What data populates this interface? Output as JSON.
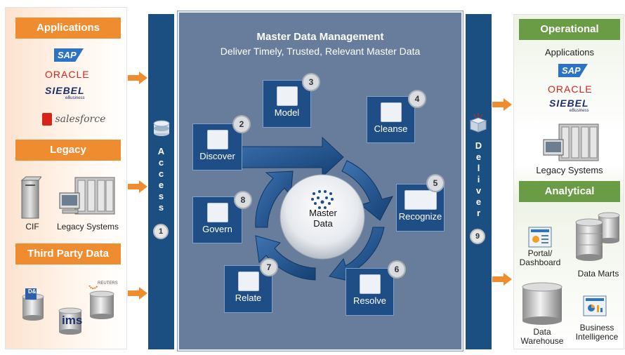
{
  "left": {
    "applications_header": "Applications",
    "app_logos": [
      "SAP",
      "ORACLE",
      "SIEBEL",
      "eBusiness",
      "salesforce"
    ],
    "legacy_header": "Legacy",
    "cif_label": "CIF",
    "legacy_systems_label": "Legacy Systems",
    "third_party_header": "Third Party Data",
    "third_party_logos": [
      "D&B",
      "ims",
      "REUTERS"
    ]
  },
  "access": {
    "letters": [
      "A",
      "c",
      "c",
      "e",
      "s",
      "s"
    ],
    "number": "1"
  },
  "mdm": {
    "title": "Master Data Management",
    "subtitle": "Deliver Timely, Trusted, Relevant Master Data",
    "center_line1": "Master",
    "center_line2": "Data",
    "steps": [
      {
        "number": "2",
        "label": "Discover",
        "icon": "magnifier-database-icon"
      },
      {
        "number": "3",
        "label": "Model",
        "icon": "model-diagram-icon"
      },
      {
        "number": "4",
        "label": "Cleanse",
        "icon": "filter-funnel-icon"
      },
      {
        "number": "5",
        "label": "Recognize",
        "icon": "id-cards-icon"
      },
      {
        "number": "6",
        "label": "Resolve",
        "icon": "checklist-icon"
      },
      {
        "number": "7",
        "label": "Relate",
        "icon": "people-network-icon"
      },
      {
        "number": "8",
        "label": "Govern",
        "icon": "government-building-icon"
      }
    ]
  },
  "deliver": {
    "letters": [
      "D",
      "e",
      "l",
      "i",
      "v",
      "e",
      "r"
    ],
    "number": "9"
  },
  "right": {
    "operational_header": "Operational",
    "applications_label": "Applications",
    "op_logos": [
      "SAP",
      "ORACLE",
      "SIEBEL",
      "eBusiness"
    ],
    "legacy_systems_label": "Legacy Systems",
    "analytical_header": "Analytical",
    "portal_label": "Portal/\nDashboard",
    "data_marts_label": "Data Marts",
    "data_warehouse_label": "Data\nWarehouse",
    "bi_label": "Business\nIntelligence"
  },
  "colors": {
    "orange": "#ef8c2f",
    "navy": "#1b4f82",
    "mdm_panel": "#687c9b",
    "green": "#6a9b45"
  }
}
